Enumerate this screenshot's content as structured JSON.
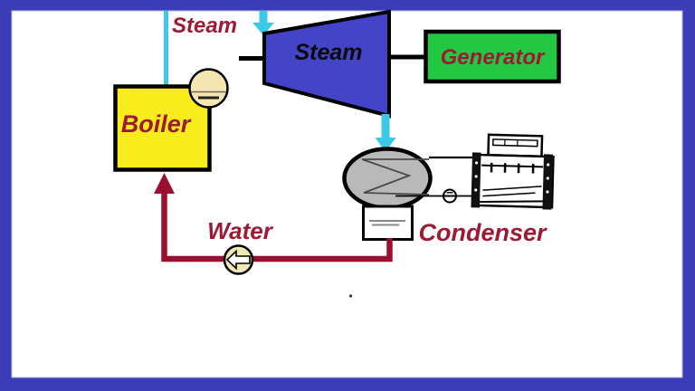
{
  "diagram": {
    "type": "process-flow-diagram",
    "subject": "steam power plant cycle",
    "labels": {
      "steam_flow": "Steam",
      "turbine": "Steam",
      "generator": "Generator",
      "boiler": "Boiler",
      "water_flow": "Water",
      "condenser": "Condenser",
      "stray_dot": "."
    },
    "icons": {
      "boiler_gauge": "pressure-gauge-icon",
      "feedwater_pump": "pump-left-arrow-icon",
      "circulating_pump": "inline-pump-icon",
      "cooling_tower": "cooling-tower-icon"
    },
    "colors": {
      "frame": "#3a3cb8",
      "canvas": "#ffffff",
      "canvas_edge": "#b9bdd6",
      "turbine_fill": "#4444c8",
      "generator_fill": "#22c742",
      "boiler_fill": "#f8ec1c",
      "condenser_fill": "#b9b9b9",
      "hotwell_fill": "#ffffff",
      "steam_flow": "#3cc8e8",
      "water_pipe": "#9b1030",
      "label_text": "#9c1a33",
      "turbine_label_text": "#0a0a0a",
      "pump_fill": "#f2e8b4",
      "gauge_fill": "#f5e5b0",
      "outline": "#000000"
    }
  }
}
